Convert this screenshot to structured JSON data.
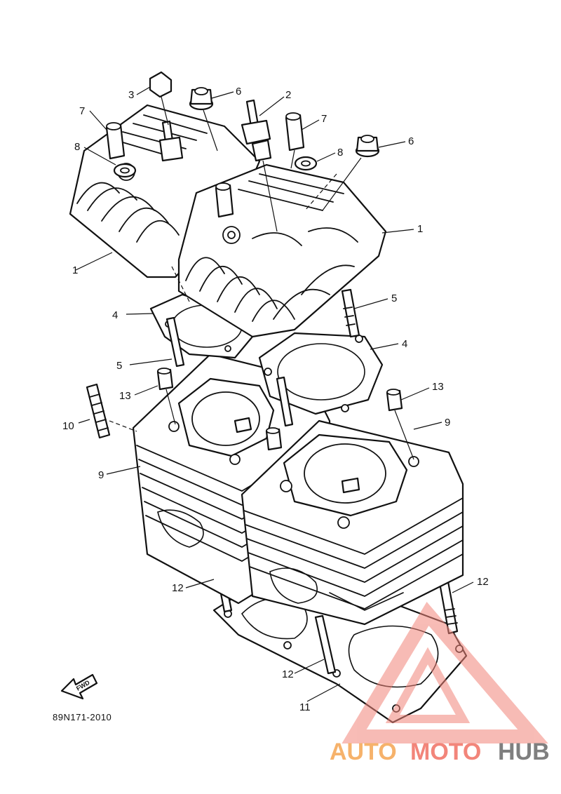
{
  "callouts": [
    {
      "label": "1"
    },
    {
      "label": "1"
    },
    {
      "label": "2"
    },
    {
      "label": "3"
    },
    {
      "label": "4"
    },
    {
      "label": "4"
    },
    {
      "label": "5"
    },
    {
      "label": "5"
    },
    {
      "label": "6"
    },
    {
      "label": "6"
    },
    {
      "label": "7"
    },
    {
      "label": "7"
    },
    {
      "label": "8"
    },
    {
      "label": "8"
    },
    {
      "label": "9"
    },
    {
      "label": "9"
    },
    {
      "label": "10"
    },
    {
      "label": "11"
    },
    {
      "label": "12"
    },
    {
      "label": "12"
    },
    {
      "label": "12"
    },
    {
      "label": "13"
    },
    {
      "label": "13"
    }
  ],
  "figure_number": "89N171-2010",
  "direction_arrow": {
    "label": "FWD",
    "icon": "fwd-arrow-icon"
  },
  "watermark": {
    "part_a": "AUTO",
    "part_b": "MOTO",
    "part_c": "HUB",
    "color_a": "#f6b26b",
    "color_b": "#f2857a",
    "color_c": "#7f7f7f",
    "icon": "warning-triangle-icon"
  }
}
